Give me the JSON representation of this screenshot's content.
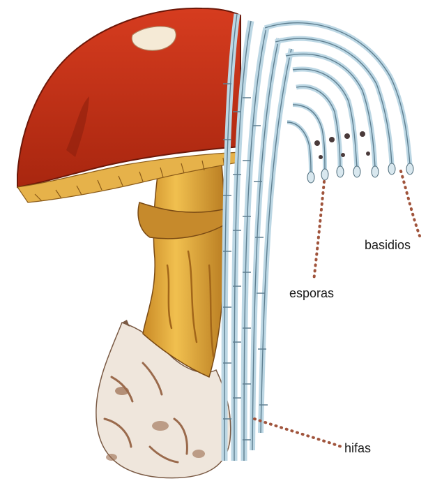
{
  "labels": {
    "basidios": "basidios",
    "esporas": "esporas",
    "hifas": "hifas"
  },
  "colors": {
    "cap": "#c8321a",
    "cap_dark": "#8e1f0e",
    "gills": "#e6b24a",
    "stem": "#e8b23c",
    "stem_dark": "#a2661a",
    "volva": "#efe6dc",
    "volva_spots": "#9a6a4c",
    "hyphae": "#bcd7e4",
    "hyphae_outline": "#5f7f90",
    "leader": "#a0543c"
  }
}
